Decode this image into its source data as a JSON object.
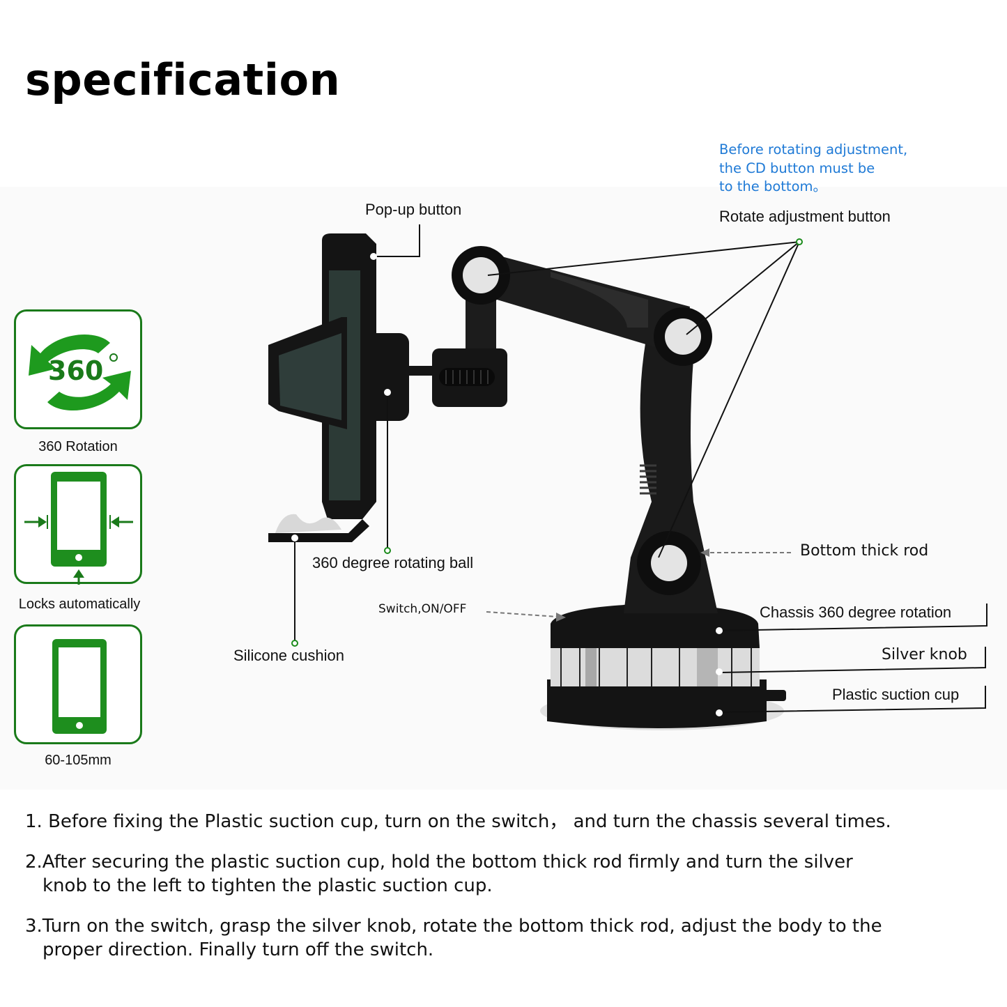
{
  "title": "specification",
  "notes": {
    "rotate_warning": "Before rotating adjustment,\nthe CD button must be\nto the bottom。"
  },
  "colors": {
    "note_blue": "#1f7ad6",
    "icon_green": "#1a8a1a",
    "product_black": "#141414",
    "knob_silver": "#d8d8d8"
  },
  "features": [
    {
      "icon": "rotate-360-icon",
      "icon_text": "360",
      "icon_degree": "°",
      "caption": "360 Rotation"
    },
    {
      "icon": "phone-auto-lock-icon",
      "caption": "Locks automatically"
    },
    {
      "icon": "phone-width-icon",
      "caption": "60-105mm"
    }
  ],
  "callouts": {
    "popup_button": "Pop-up button",
    "rotate_adjustment_button": "Rotate adjustment button",
    "rotating_ball": "360 degree rotating ball",
    "silicone_cushion": "Silicone cushion",
    "bottom_thick_rod": "Bottom thick rod",
    "switch": "Switch,ON/OFF",
    "chassis_rotation": "Chassis 360 degree rotation",
    "silver_knob": "Silver knob",
    "plastic_suction_cup": "Plastic suction cup"
  },
  "instructions": [
    {
      "line1": "1. Before fixing the Plastic suction cup, turn on the switch，  and turn the chassis several times.",
      "line2": ""
    },
    {
      "line1": "2.After securing the plastic suction cup, hold the bottom thick rod firmly and turn the silver",
      "line2": "knob to the left to tighten the plastic suction cup."
    },
    {
      "line1": "3.Turn on the switch, grasp the silver knob, rotate the bottom thick rod, adjust the body to the",
      "line2": "proper direction.  Finally turn off the switch."
    }
  ]
}
